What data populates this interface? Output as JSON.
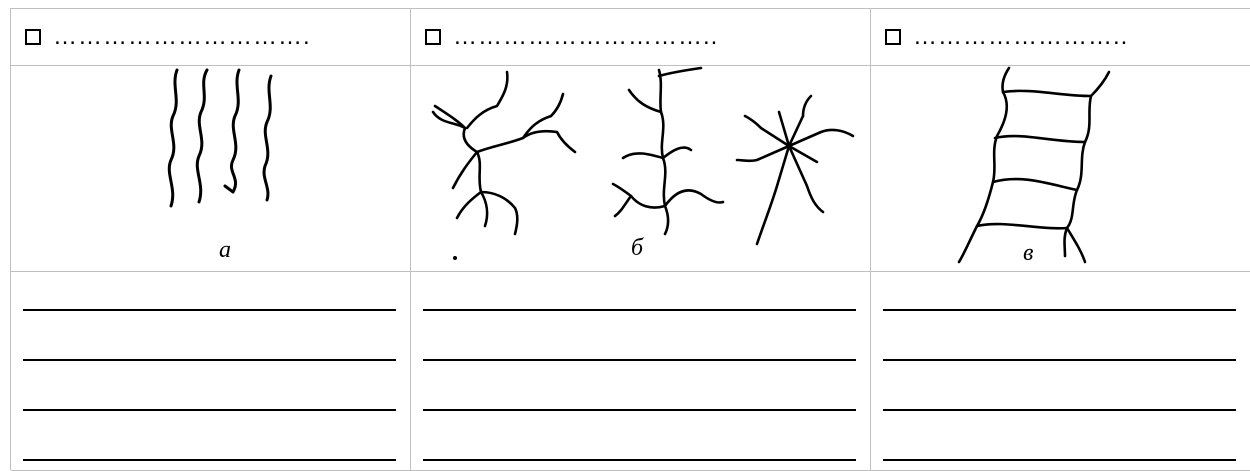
{
  "columns": [
    {
      "header_dots": "………………………….",
      "figure_label": "а"
    },
    {
      "header_dots": "…………………………..",
      "figure_label": "б"
    },
    {
      "header_dots": "……………………..",
      "figure_label": "в"
    }
  ],
  "line_color": "#000000",
  "grid_color": "#bfbfbf"
}
